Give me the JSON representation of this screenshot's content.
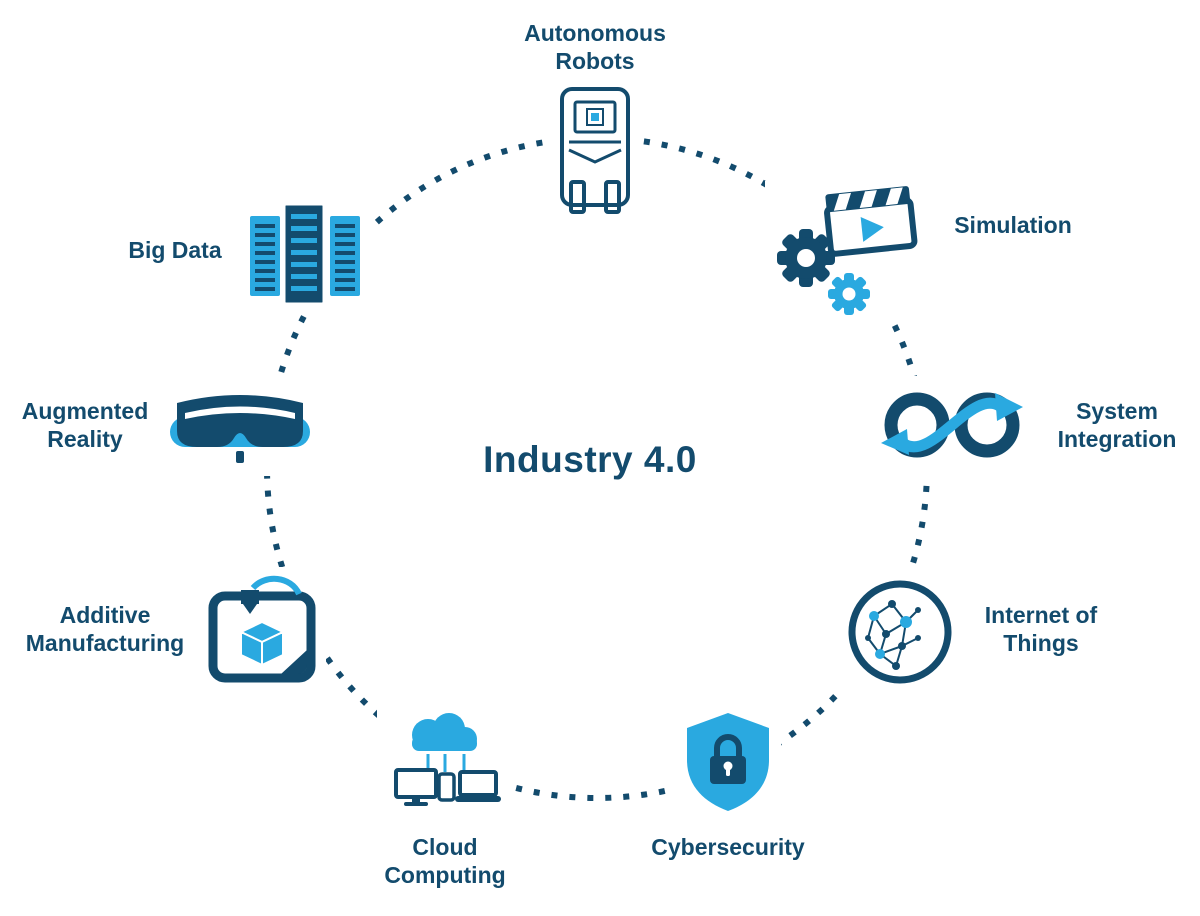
{
  "title": "Industry 4.0",
  "colors": {
    "dark": "#134B6D",
    "light": "#2AA9E0",
    "background": "#FFFFFF"
  },
  "items": [
    {
      "label": "Autonomous Robots",
      "icon": "autonomous-robot-icon"
    },
    {
      "label": "Simulation",
      "icon": "simulation-gears-clapperboard-icon"
    },
    {
      "label": "System Integration",
      "icon": "system-integration-links-icon"
    },
    {
      "label": "Internet of Things",
      "icon": "internet-of-things-network-globe-icon"
    },
    {
      "label": "Cybersecurity",
      "icon": "cybersecurity-shield-lock-icon"
    },
    {
      "label": "Cloud Computing",
      "icon": "cloud-computing-devices-icon"
    },
    {
      "label": "Additive Manufacturing",
      "icon": "additive-manufacturing-3d-printer-icon"
    },
    {
      "label": "Augmented Reality",
      "icon": "augmented-reality-headset-icon"
    },
    {
      "label": "Big Data",
      "icon": "big-data-servers-icon"
    }
  ]
}
